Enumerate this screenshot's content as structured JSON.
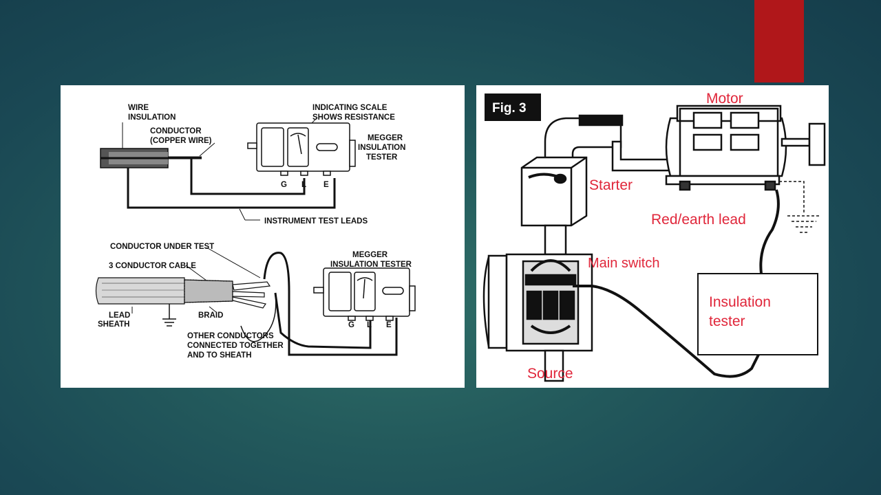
{
  "colors": {
    "background": "#1f5458",
    "accent": "#b0171a",
    "label_red": "#e0263a"
  },
  "left_diagram": {
    "top": {
      "wire_insulation": [
        "WIRE",
        "INSULATION"
      ],
      "conductor": [
        "CONDUCTOR",
        "(COPPER WIRE)"
      ],
      "indicating_scale": [
        "INDICATING SCALE",
        "SHOWS RESISTANCE"
      ],
      "megger": [
        "MEGGER",
        "INSULATION",
        "TESTER"
      ],
      "terminals": [
        "G",
        "L",
        "E"
      ],
      "test_leads": "INSTRUMENT TEST LEADS"
    },
    "bottom": {
      "conductor_under_test": "CONDUCTOR UNDER TEST",
      "cable": "3 CONDUCTOR CABLE",
      "megger": [
        "MEGGER",
        "INSULATION TESTER"
      ],
      "lead_sheath": [
        "LEAD",
        "SHEATH"
      ],
      "braid": "BRAID",
      "other_conductors": [
        "OTHER CONDUCTORS",
        "CONNECTED TOGETHER",
        "AND TO SHEATH"
      ],
      "terminals": [
        "G",
        "L",
        "E"
      ]
    }
  },
  "right_diagram": {
    "fig_label": "Fig. 3",
    "motor": "Motor",
    "starter": "Starter",
    "lead": "Red/earth lead",
    "main_switch": "Main switch",
    "tester": [
      "Insulation",
      "tester"
    ],
    "source": "Source"
  }
}
